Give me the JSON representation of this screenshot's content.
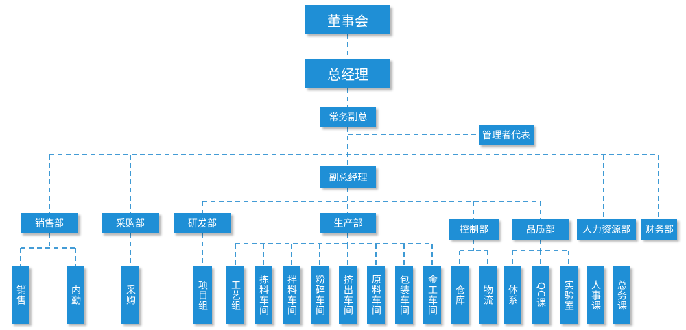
{
  "chairman": "董事会",
  "gm": "总经理",
  "exec_vp": "常务副总",
  "mgmt_rep": "管理者代表",
  "vice_gm": "副总经理",
  "departments": {
    "sales": "销售部",
    "purchasing": "采购部",
    "rnd": "研发部",
    "production": "生产部",
    "control": "控制部",
    "quality": "品质部",
    "hr": "人力资源部",
    "finance": "财务部"
  },
  "units": {
    "sales": "销售",
    "internal_affairs": "内勤",
    "purchase": "采购",
    "project_team": "项目组",
    "process_team": "工艺组",
    "refining_workshop": "拣料车间",
    "mixing_workshop": "拌料车间",
    "crushing_workshop": "粉碎车间",
    "extrusion_workshop": "挤出车间",
    "raw_material_workshop": "原料车间",
    "packing_workshop": "包装车间",
    "metalwork_workshop": "金工车间",
    "warehouse": "仓库",
    "logistics": "物流",
    "system": "体系",
    "qc_section": "QC课",
    "laboratory": "实验室",
    "personnel_section": "人事课",
    "general_affairs_section": "总务课"
  }
}
